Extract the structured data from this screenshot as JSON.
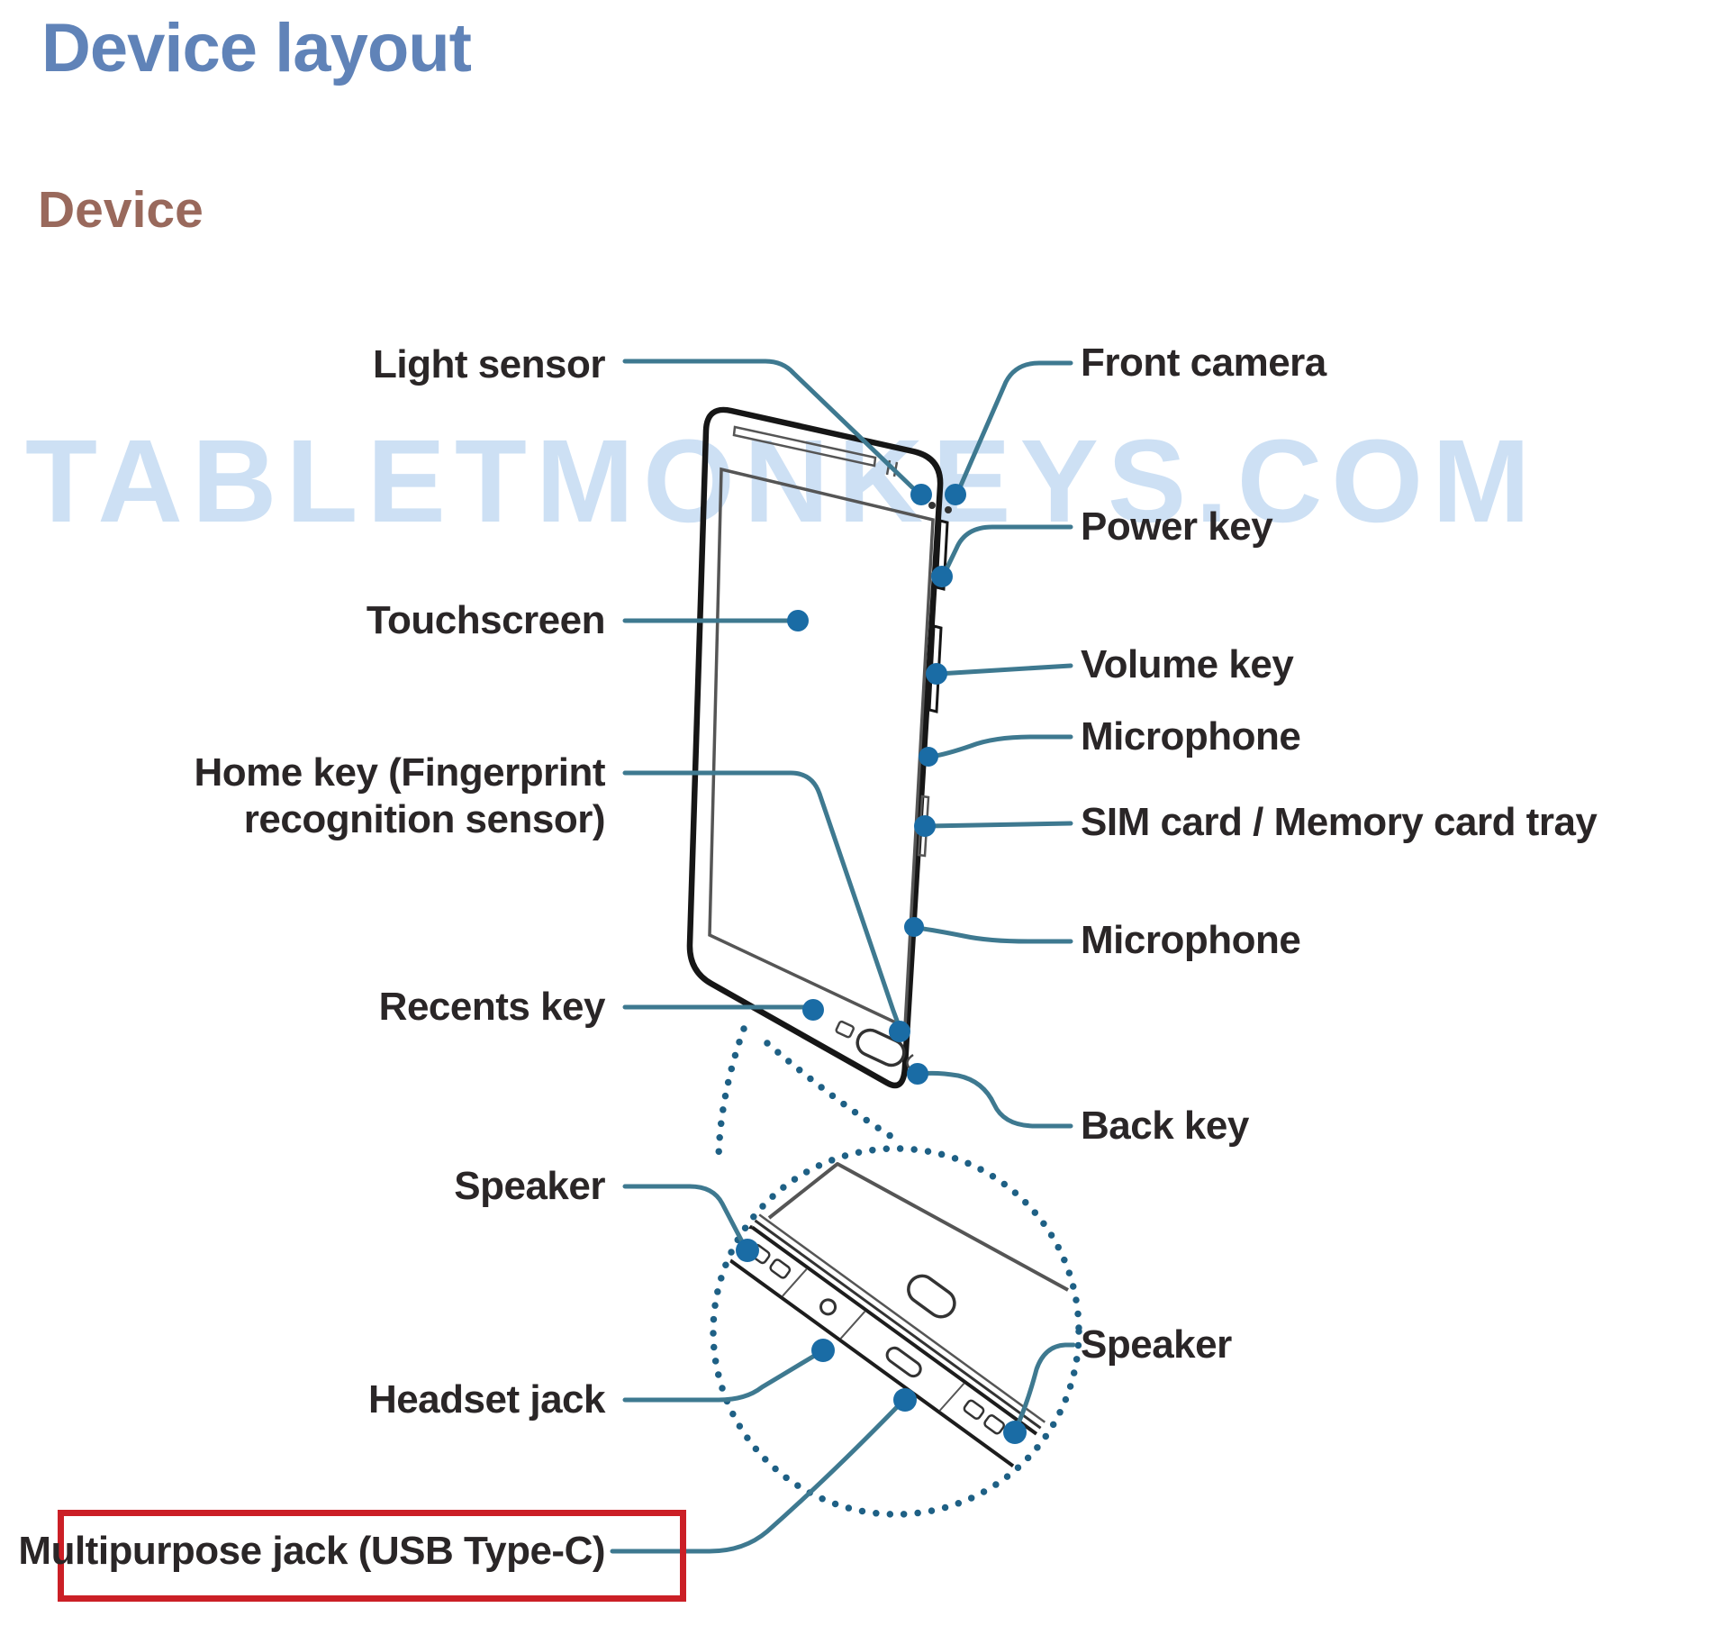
{
  "page": {
    "title": "Device layout",
    "subtitle": "Device"
  },
  "watermark": {
    "text": "TABLETMONKEYS.COM"
  },
  "diagram": {
    "left_labels": {
      "light_sensor": "Light sensor",
      "touchscreen": "Touchscreen",
      "home_key": {
        "line1": "Home key (Fingerprint",
        "line2": "recognition sensor)"
      },
      "recents_key": "Recents key",
      "speaker_bottom_left": "Speaker",
      "headset_jack": "Headset jack",
      "multipurpose_jack": "Multipurpose jack (USB Type-C)"
    },
    "right_labels": {
      "front_camera": "Front camera",
      "power_key": "Power key",
      "volume_key": "Volume key",
      "microphone_upper": "Microphone",
      "sim_card_tray": "SIM card / Memory card tray",
      "microphone_lower": "Microphone",
      "back_key": "Back key",
      "speaker_bottom_right": "Speaker"
    },
    "highlight": {
      "label": "multipurpose_jack",
      "style": "red-box"
    }
  },
  "colors": {
    "leader_line": "#3e7990",
    "leader_dot": "#1a6ca5",
    "magnifier_dots": "#1e6085",
    "highlight_red": "#cb1f26",
    "title_blue": "#6083b8",
    "subtitle_brown": "#99695c",
    "watermark_blue": "#c8ddf3",
    "label_ink": "#2a2627"
  }
}
